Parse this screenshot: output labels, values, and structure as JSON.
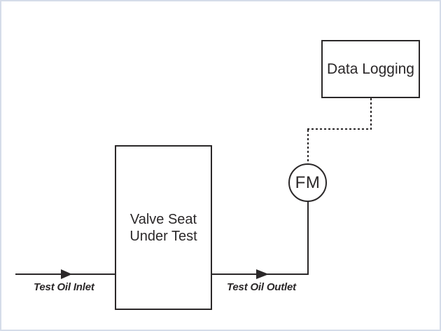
{
  "diagram": {
    "data_logging": {
      "label": "Data Logging"
    },
    "valve_seat": {
      "label_line1": "Valve Seat",
      "label_line2": "Under Test"
    },
    "flow_meter": {
      "label": "FM"
    },
    "flow_labels": {
      "inlet": "Test Oil Inlet",
      "outlet": "Test Oil Outlet"
    },
    "colors": {
      "line": "#2b2829",
      "text": "#2b2829",
      "background": "#ffffff",
      "canvas_border": "#d5dce9"
    }
  }
}
